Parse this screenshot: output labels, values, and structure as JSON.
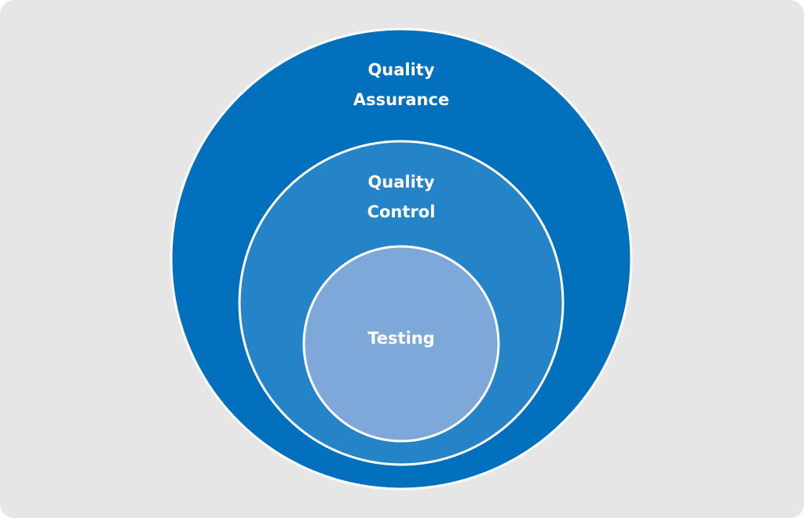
{
  "diagram": {
    "layers": [
      {
        "id": "outer",
        "lines": [
          "Quality",
          "Assurance"
        ],
        "fill": "#0270bc"
      },
      {
        "id": "middle",
        "lines": [
          "Quality",
          "Control"
        ],
        "fill": "#2584c7"
      },
      {
        "id": "inner",
        "lines": [
          "Testing"
        ],
        "fill": "#7ea8d9"
      }
    ],
    "stroke_color": "#ffffff",
    "background": "#e6e6e6"
  }
}
